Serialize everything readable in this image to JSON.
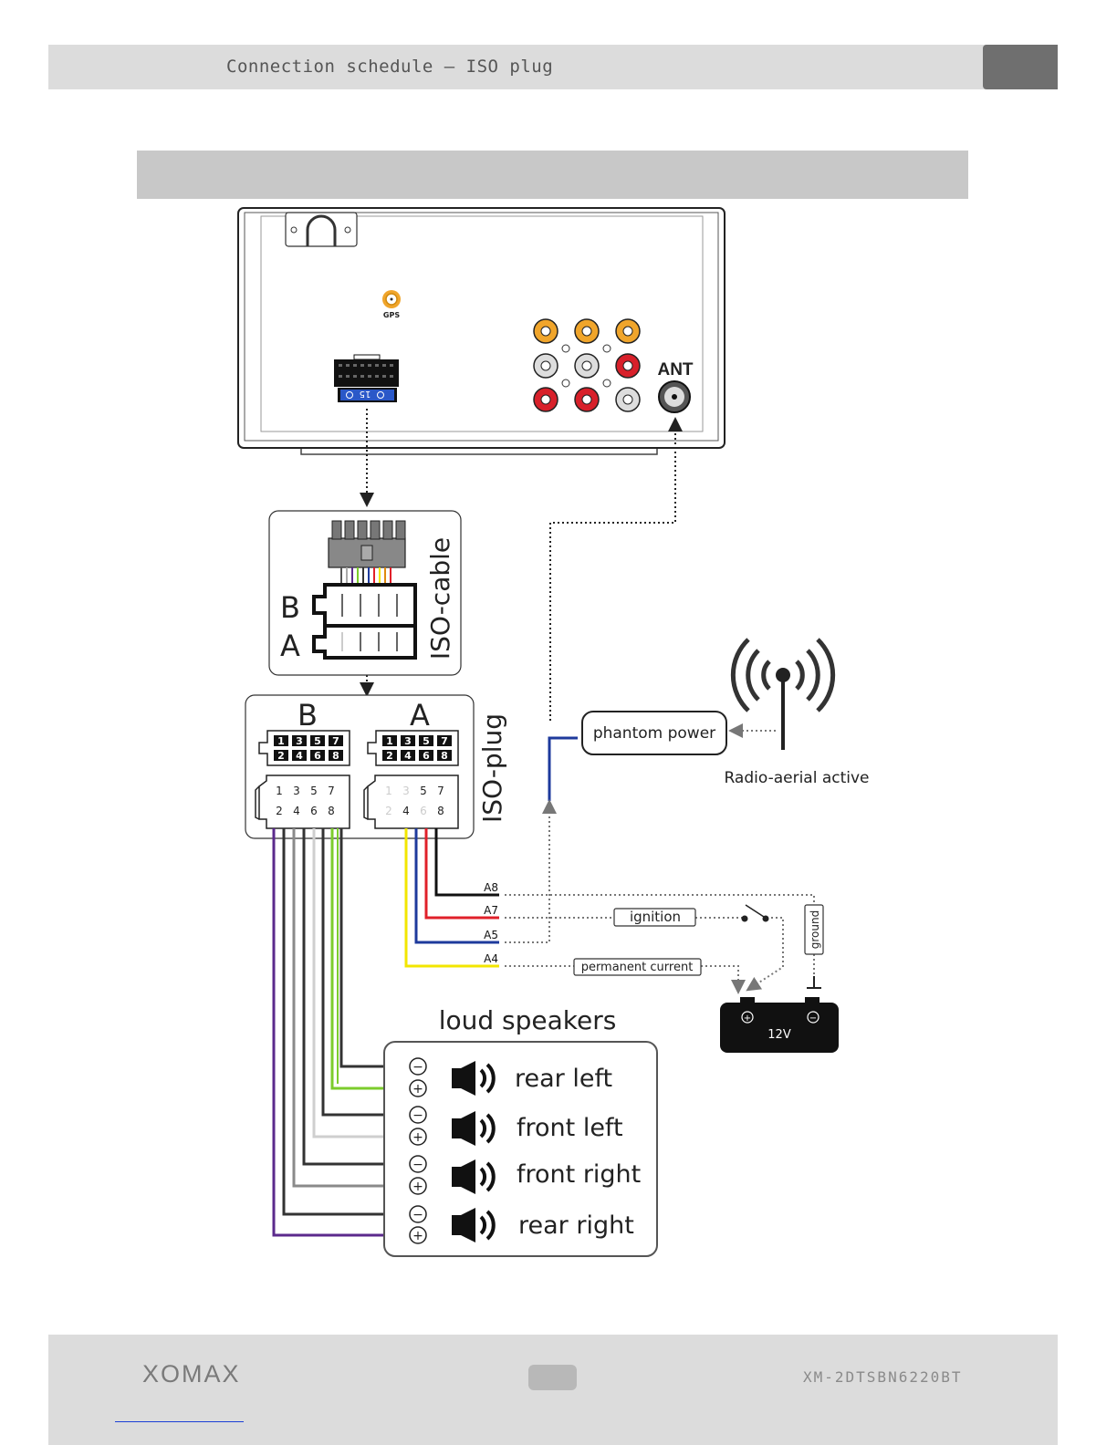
{
  "header": {
    "title": "Connection schedule – ISO plug"
  },
  "footer": {
    "brand": "XOMAX",
    "model": "XM-2DTSBN6220BT"
  },
  "head_unit": {
    "gps_label": "GPS",
    "ant_label": "ANT",
    "fuse_label": "15"
  },
  "iso_cable": {
    "title": "ISO-cable",
    "block_b": "B",
    "block_a": "A"
  },
  "iso_plug": {
    "title": "ISO-plug",
    "block_b": "B",
    "block_a": "A",
    "top_row": [
      "1",
      "3",
      "5",
      "7"
    ],
    "bottom_row": [
      "2",
      "4",
      "6",
      "8"
    ]
  },
  "antenna": {
    "phantom_label": "phantom power",
    "aerial_label": "Radio-aerial active"
  },
  "power": {
    "pins": [
      "A8",
      "A7",
      "A5",
      "A4"
    ],
    "ignition_label": "ignition",
    "permanent_label": "permanent current",
    "ground_label": "ground",
    "battery_label": "12V",
    "plus": "+",
    "minus": "−"
  },
  "speakers": {
    "title": "loud speakers",
    "items": [
      "rear left",
      "front left",
      "front right",
      "rear right"
    ],
    "minus": "−",
    "plus": "+"
  },
  "colors": {
    "yellow": "#f2e600",
    "blue": "#1e3a9c",
    "red": "#e0202a",
    "black": "#111111",
    "purple": "#5b2a8c",
    "green": "#7ccc2c",
    "gray": "#8a8a8a",
    "lightgray": "#cfcfcf"
  }
}
